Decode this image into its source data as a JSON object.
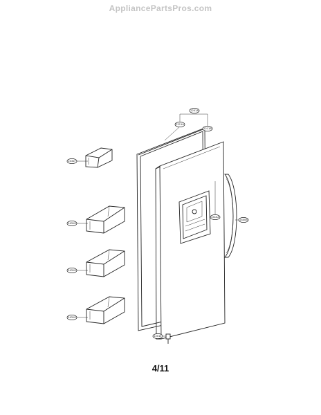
{
  "watermark": "AppliancePartsPros.com",
  "page_number": "4/11",
  "callouts": [
    {
      "id": "gasket-group",
      "label": "2201A"
    },
    {
      "id": "gasket-left",
      "label": "2211A"
    },
    {
      "id": "gasket-right",
      "label": "2211B"
    },
    {
      "id": "shelf-small",
      "label": "2431F"
    },
    {
      "id": "shelf-1",
      "label": "2431G"
    },
    {
      "id": "shelf-2",
      "label": "2431G"
    },
    {
      "id": "shelf-3",
      "label": "2431G"
    },
    {
      "id": "door-handle",
      "label": "2410A"
    },
    {
      "id": "handle-cover",
      "label": "2440B"
    },
    {
      "id": "hinge-cap",
      "label": "2201E"
    }
  ]
}
